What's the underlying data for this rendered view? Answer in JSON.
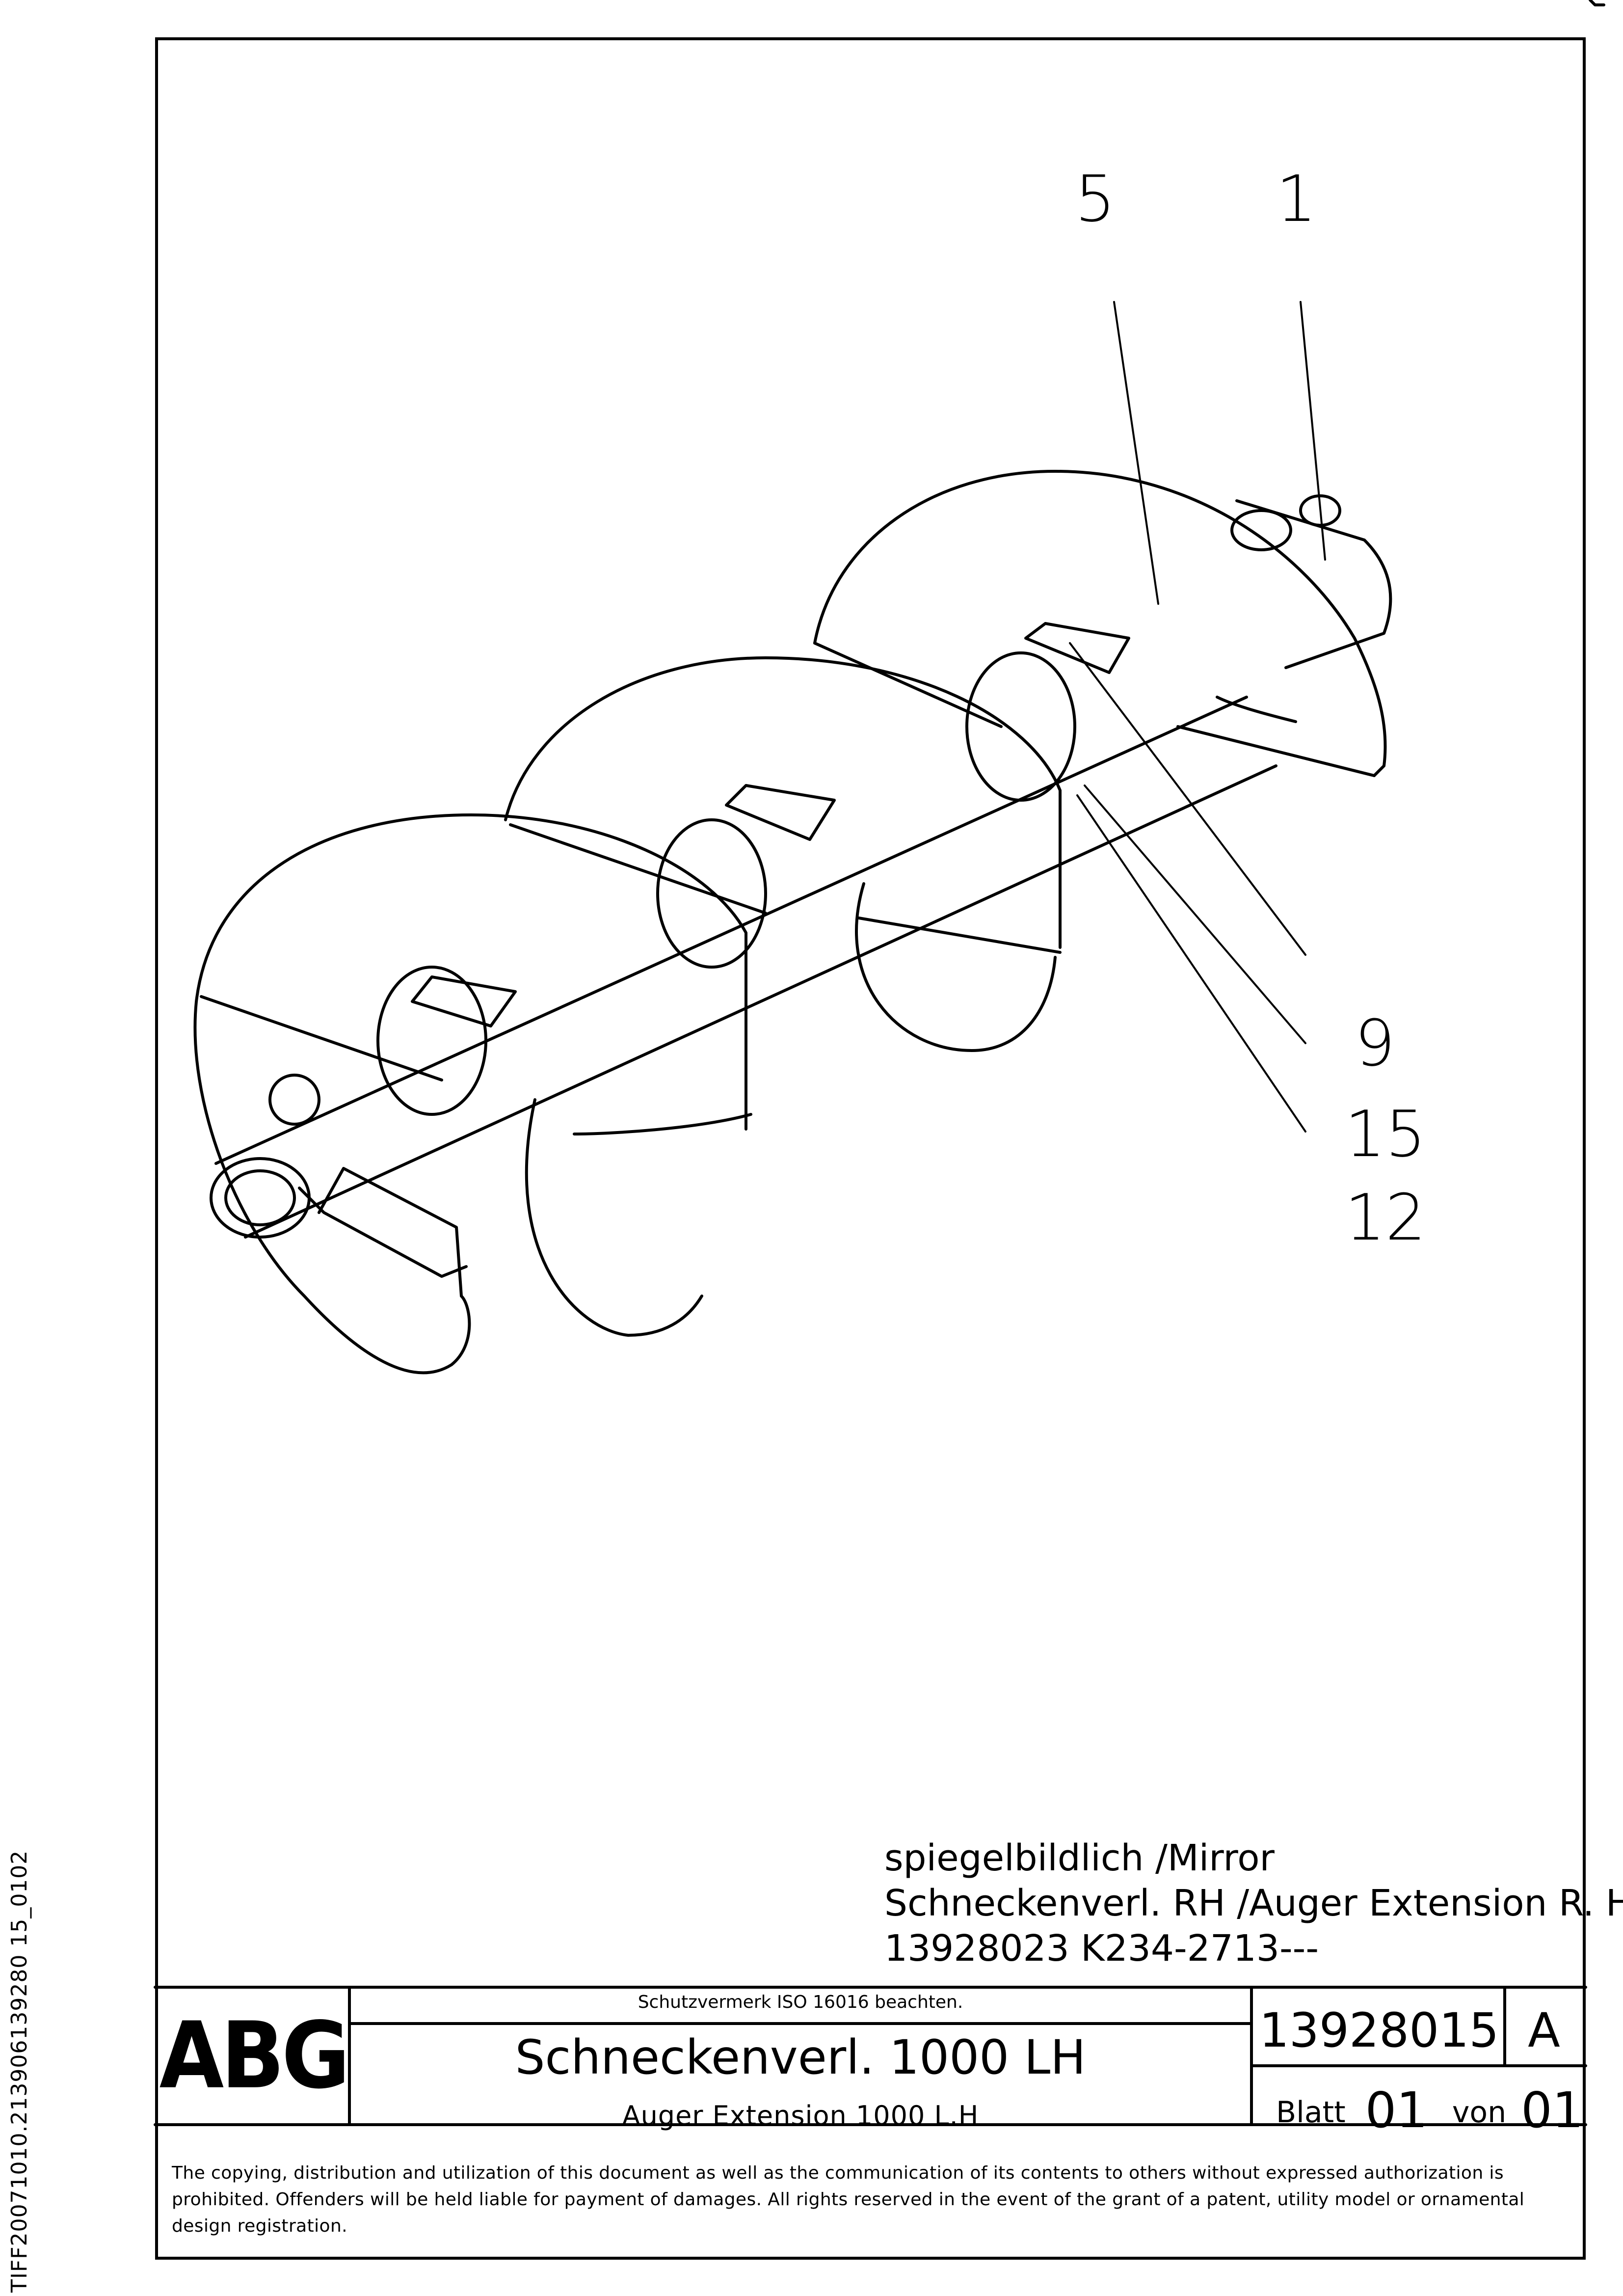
{
  "side_id": "TIFF20071010.213906139280 15_0102",
  "callouts": {
    "c5": "5",
    "c1": "1",
    "c9": "9",
    "c15": "15",
    "c12": "12"
  },
  "notes": {
    "line1": "spiegelbildlich /Mirror",
    "line2": "Schneckenverl. RH /Auger Extension R. H.",
    "line3": "13928023  K234-2713---"
  },
  "title_block": {
    "logo": "ABG",
    "protection_note": "Schutzvermerk ISO 16016 beachten.",
    "title": "Schneckenverl. 1000 LH",
    "subtitle": "Auger Extension 1000 L.H",
    "doc_number": "13928015",
    "revision": "A",
    "sheet_label": "Blatt",
    "sheet_number": "01",
    "of_label": "von",
    "sheet_total": "01"
  },
  "copyright": "The copying, distribution and utilization of this document as well as the communication of its contents to others without expressed authorization is prohibited. Offenders will be held liable for payment of damages. All rights reserved in the event of the grant of a patent, utility model or ornamental design registration.",
  "colors": {
    "ink": "#000000",
    "paper": "#ffffff"
  }
}
